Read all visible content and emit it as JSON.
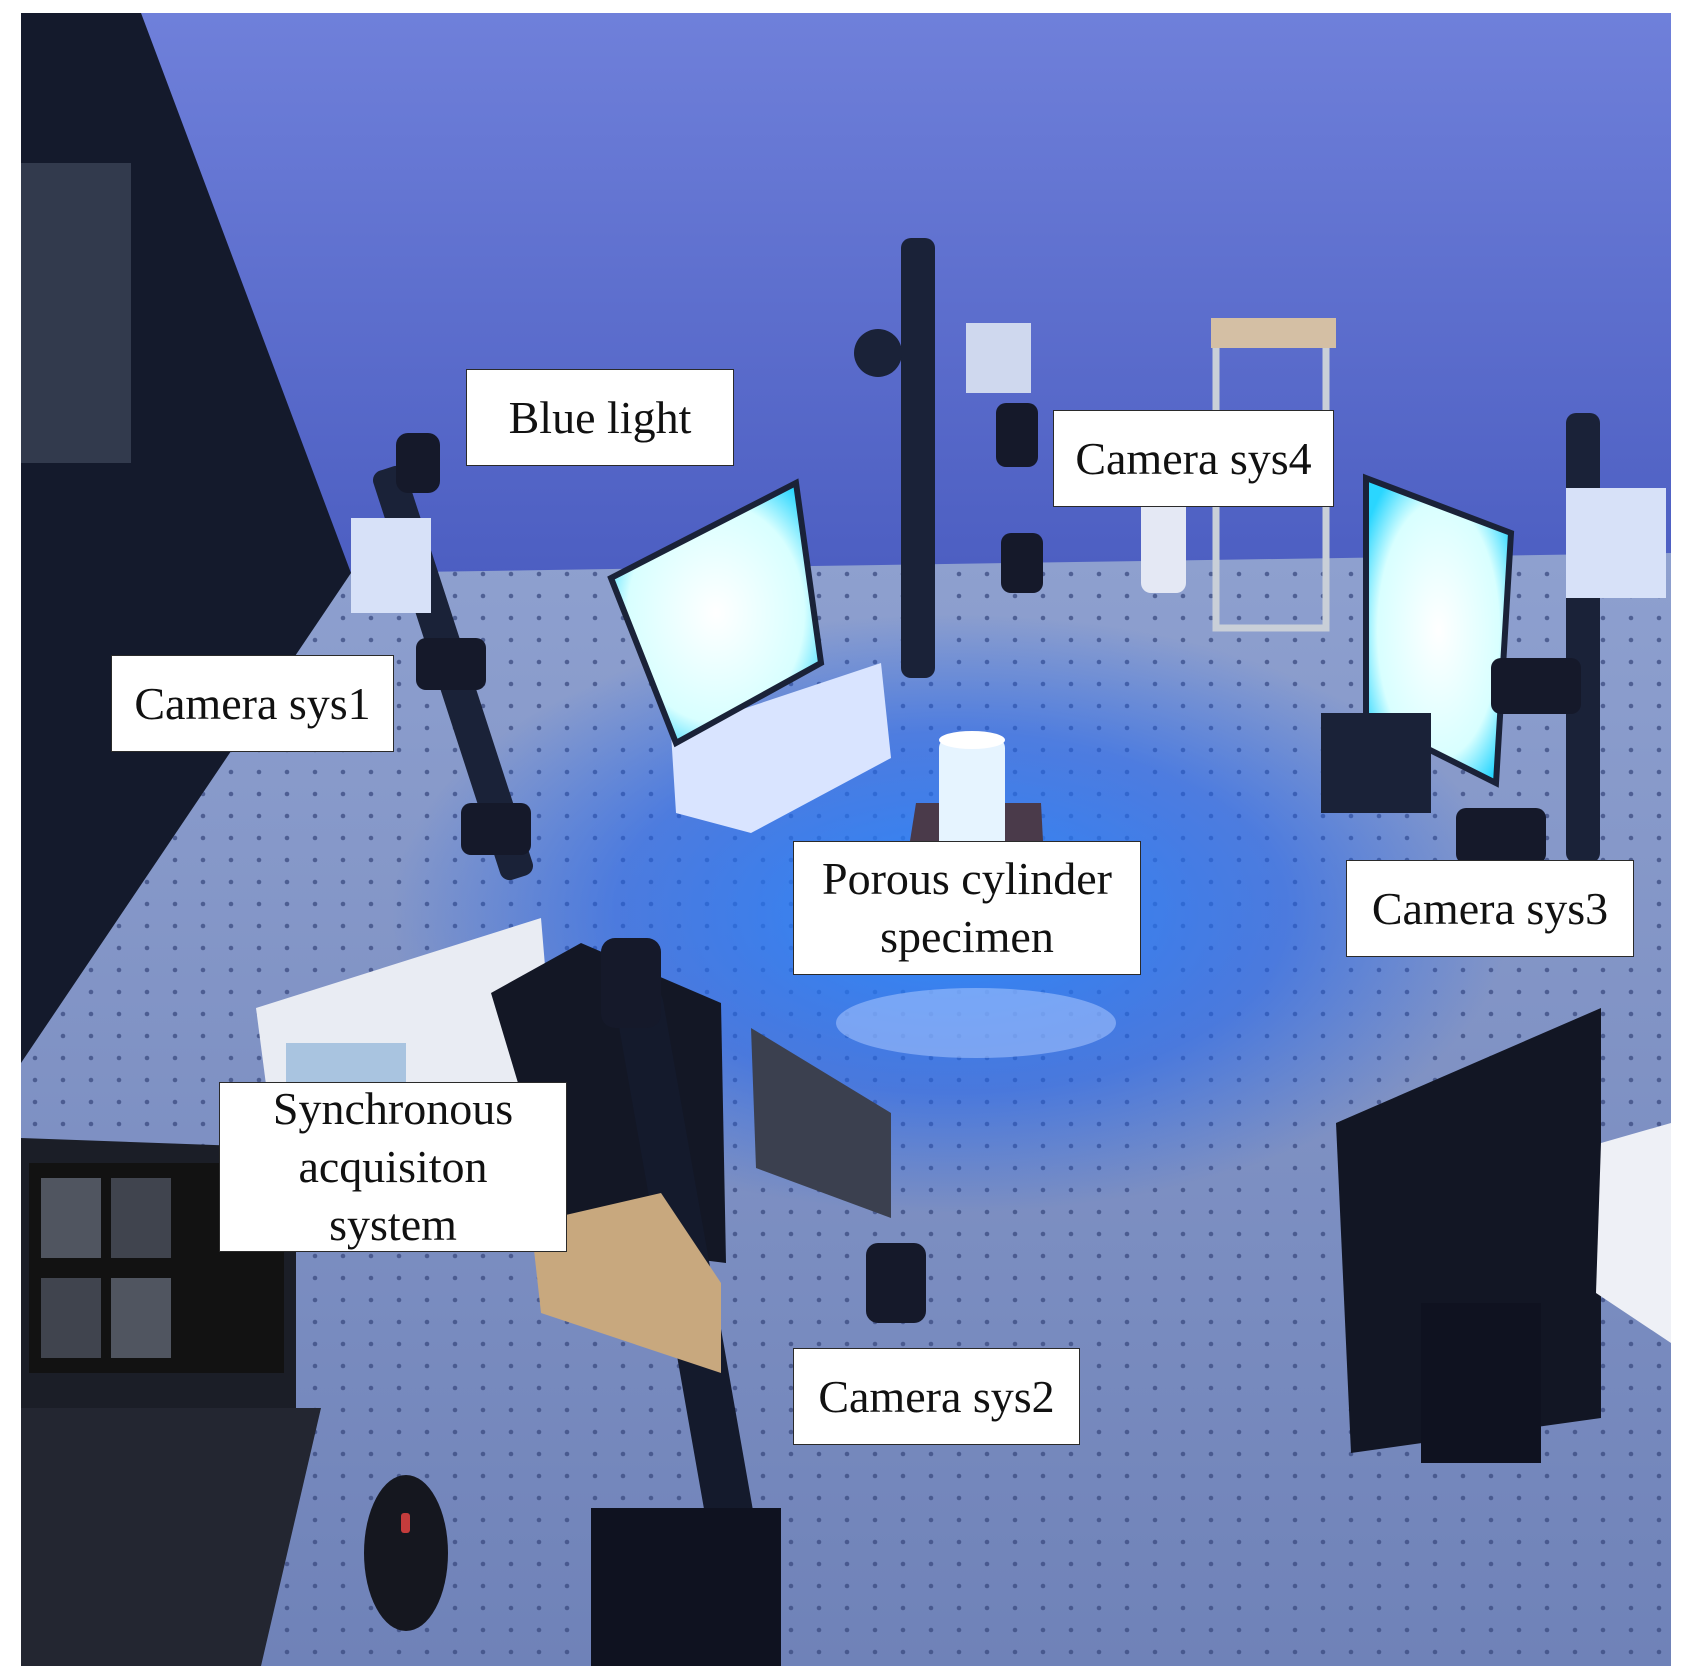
{
  "labels": {
    "blue_light": "Blue light",
    "camera_sys1": "Camera sys1",
    "camera_sys2": "Camera sys2",
    "camera_sys3": "Camera sys3",
    "camera_sys4": "Camera sys4",
    "specimen": [
      "Porous cylinder",
      "specimen"
    ],
    "sync_system": [
      "Synchronous",
      "acquisiton",
      "system"
    ]
  },
  "colors": {
    "wall": "#5b6ed0",
    "table": "#7d90c6",
    "blue_glow": "#1f73ff",
    "panel_face": "#e8ffff",
    "panel_edge": "#2ad6ff",
    "dark_metal": "#1a2238"
  }
}
